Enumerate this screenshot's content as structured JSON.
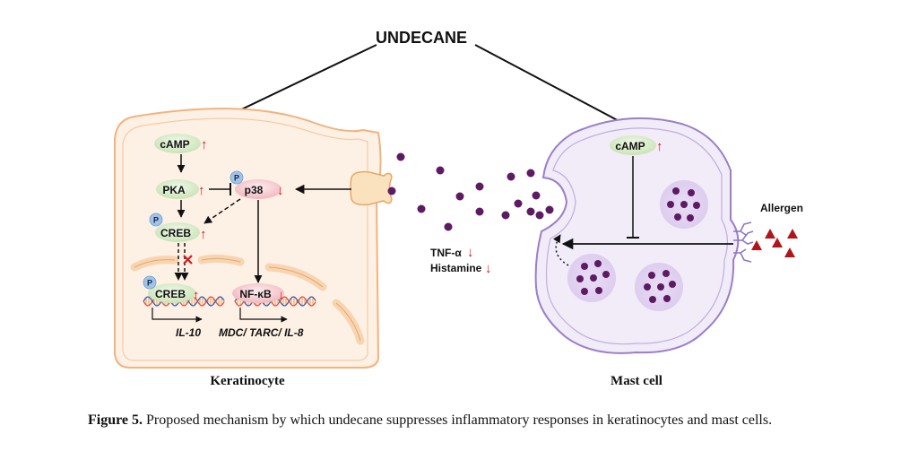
{
  "stimulus": "UNDECANE",
  "keratinocyte": {
    "title": "Keratinocyte",
    "nodes": {
      "camp": "cAMP",
      "pka": "PKA",
      "p38": "p38",
      "creb": "CREB",
      "creb_nuclear": "CREB",
      "nfkb": "NF-κB",
      "phospho": "P"
    },
    "genes": {
      "il10": "IL-10",
      "mdc": "MDC/ TARC/ IL-8"
    }
  },
  "mast_cell": {
    "title": "Mast cell",
    "camp": "cAMP",
    "allergen": "Allergen"
  },
  "mediators": {
    "tnf": "TNF-α",
    "histamine": "Histamine"
  },
  "arrows": {
    "up": "↑",
    "down": "↓"
  },
  "caption": {
    "label": "Figure 5.",
    "text": "Proposed mechanism by which undecane suppresses inflammatory responses in keratinocytes and mast cells."
  },
  "colors": {
    "keratinocyte_fill": "#fdf0e4",
    "keratinocyte_border": "#f4b27c",
    "mast_fill": "#f1ecf8",
    "mast_border": "#9b7ec9",
    "granule": "#5e1a63",
    "allergen": "#b3141b",
    "up_arrow": "#d71920",
    "green_node": "#d8ecc9",
    "pink_node": "#f7cfd3",
    "phospho": "#9fc4ea"
  }
}
